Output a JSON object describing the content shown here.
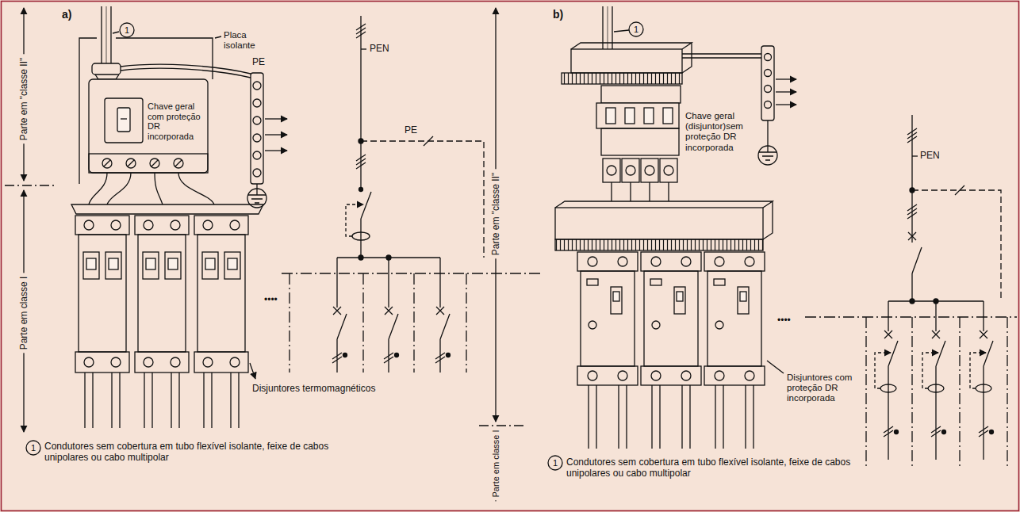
{
  "diagram": {
    "labels": [
      "a)",
      "1",
      "Placa isolante",
      "PE",
      "Chave geral com proteção DR incorporada",
      "PEN",
      "PE",
      "Parte em \"classe II\"",
      "Parte em classe I",
      "••••",
      "Disjuntores termomagnéticos",
      "1",
      "Condutores sem cobertura em tubo flexível isolante, feixe de cabos unipolares ou cabo multipolar",
      "b)",
      "1",
      "Parte em \"classe II\"",
      "Chave geral (disjuntor)sem proteção DR incorporada",
      "PEN",
      "••••",
      "Disjuntores com proteção DR incorporada",
      "Parte em classe I",
      "1",
      "Condutores sem cobertura em tubo flexível isolante, feixe de cabos unipolares ou cabo multipolar"
    ]
  }
}
